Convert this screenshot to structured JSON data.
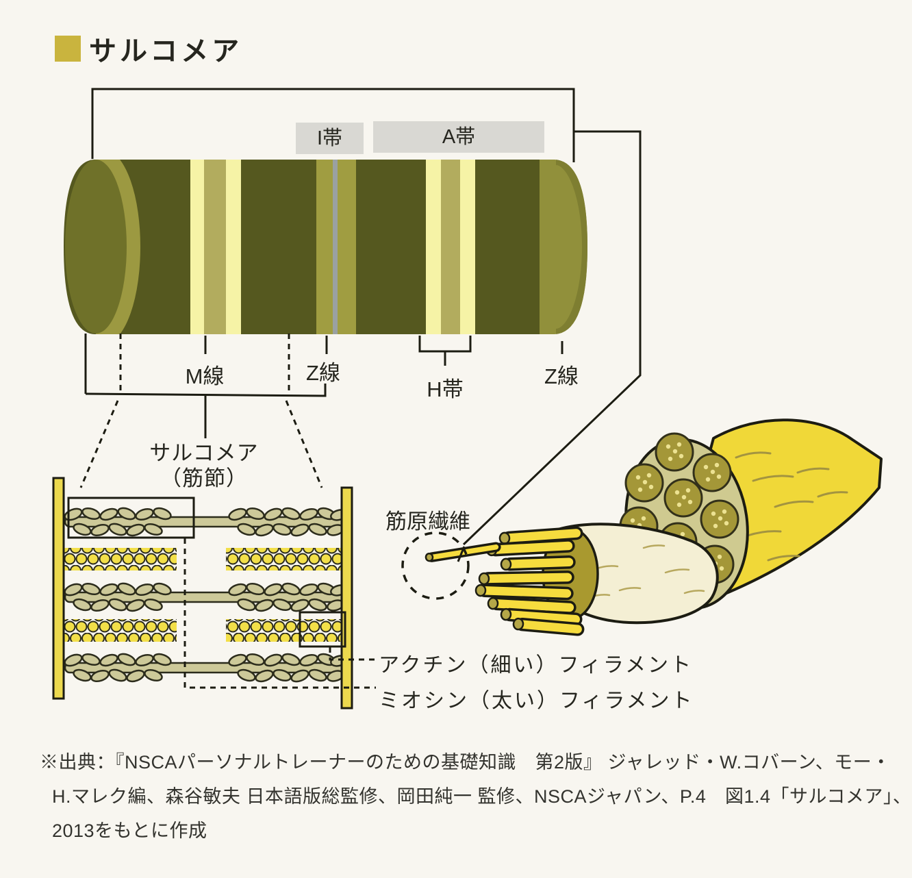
{
  "header": {
    "title": "サルコメア"
  },
  "band_labels": {
    "i_band": "I帯",
    "a_band": "A帯"
  },
  "line_labels": {
    "m_line": "M線",
    "z_line_left": "Z線",
    "h_band": "H帯",
    "z_line_right": "Z線"
  },
  "sarcomere_label": {
    "line1": "サルコメア",
    "line2": "（筋節）"
  },
  "myofibril_label": "筋原繊維",
  "filament_labels": {
    "actin": "アクチン（細い）フィラメント",
    "myosin": "ミオシン（太い）フィラメント"
  },
  "citation": {
    "line1": "※出典：『NSCAパーソナルトレーナーのための基礎知識　第2版』 ジャレッド・W.コバーン、モー・",
    "line2": "H.マレク編、森谷敏夫 日本語版総監修、岡田純一 監修、NSCAジャパン、P.4　図1.4「サルコメア」、",
    "line3": "2013をもとに作成"
  },
  "palette": {
    "paper": "#f8f6f0",
    "title_bullet": "#c9b43e",
    "band_dark_olive": "#55581f",
    "band_medium_olive": "#a09d41",
    "band_light_olive": "#9c9941",
    "band_pale_yellow": "#f6f3a6",
    "band_khaki": "#b2ac5e",
    "z_line_gray": "#9aa1a1",
    "end_cap_olive": "#6f7129",
    "label_box_gray": "#d9d8d3",
    "z_bar_yellow": "#ecd94e",
    "actin_yellow": "#f2df49",
    "myosin_olive": "#cdc999",
    "fiber_yellow": "#f0d838",
    "sheath_ivory": "#f4efd4",
    "cross_section_khaki": "#cfca90",
    "fascicle_olive": "#a49738",
    "ink": "#1c1c12"
  }
}
